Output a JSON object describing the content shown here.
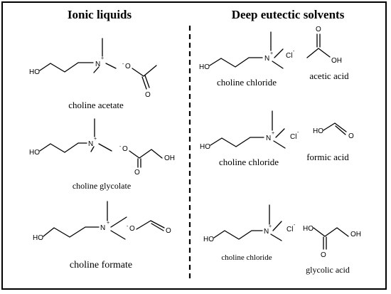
{
  "headings": {
    "ionic_liquids": "Ionic liquids",
    "deep_eutectic_solvents": "Deep eutectic solvents"
  },
  "atoms": {
    "hydroxyl": "HO",
    "hydroxyl_right": "OH",
    "nitrogen": "N",
    "positive": "+",
    "negative": "-",
    "oxygen": "O",
    "chloride": "Cl"
  },
  "ionic_liquids": [
    {
      "name": "choline acetate"
    },
    {
      "name": "choline glycolate"
    },
    {
      "name": "choline formate"
    }
  ],
  "deep_eutectic_solvents": [
    {
      "hbond_acceptor": "choline chloride",
      "hbond_donor": "acetic acid"
    },
    {
      "hbond_acceptor": "choline chloride",
      "hbond_donor": "formic acid"
    },
    {
      "hbond_acceptor": "choline chloride",
      "hbond_donor": "glycolic acid"
    }
  ]
}
